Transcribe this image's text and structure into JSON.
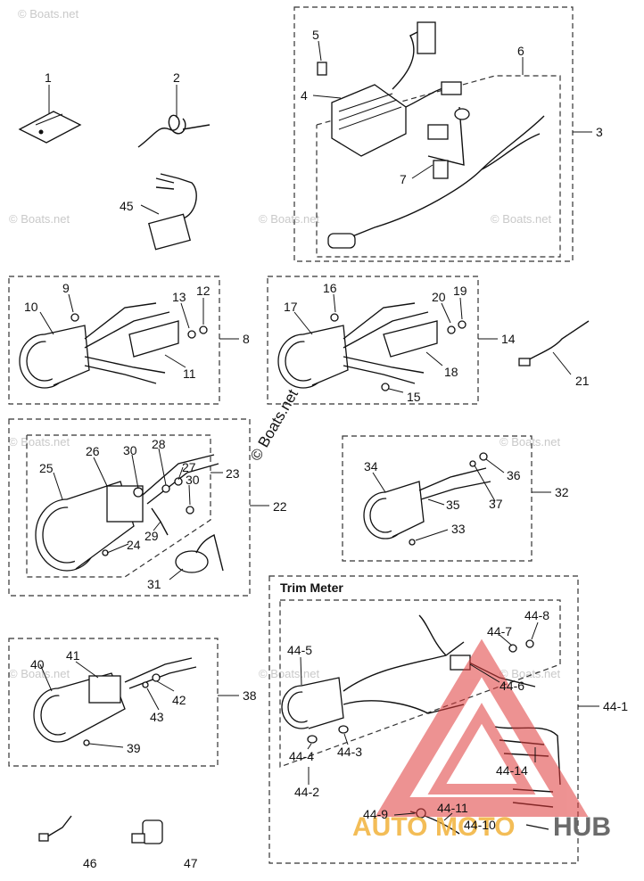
{
  "section_title": "Trim Meter",
  "callouts": {
    "c1": "1",
    "c2": "2",
    "c3": "3",
    "c4": "4",
    "c5": "5",
    "c6": "6",
    "c7": "7",
    "c8": "8",
    "c9": "9",
    "c10": "10",
    "c11": "11",
    "c12": "12",
    "c13": "13",
    "c14": "14",
    "c15": "15",
    "c16": "16",
    "c17": "17",
    "c18": "18",
    "c19": "19",
    "c20": "20",
    "c21": "21",
    "c22": "22",
    "c23": "23",
    "c24": "24",
    "c25": "25",
    "c26": "26",
    "c27": "27",
    "c28": "28",
    "c29": "29",
    "c30a": "30",
    "c30b": "30",
    "c31": "31",
    "c32": "32",
    "c33": "33",
    "c34": "34",
    "c35": "35",
    "c36": "36",
    "c37": "37",
    "c38": "38",
    "c39": "39",
    "c40": "40",
    "c41": "41",
    "c42": "42",
    "c43": "43",
    "c44_1": "44-1",
    "c44_2": "44-2",
    "c44_3": "44-3",
    "c44_4": "44-4",
    "c44_5": "44-5",
    "c44_6": "44-6",
    "c44_7": "44-7",
    "c44_8": "44-8",
    "c44_9": "44-9",
    "c44_10": "44-10",
    "c44_11": "44-11",
    "c44_14": "44-14",
    "c45": "45",
    "c46": "46",
    "c47": "47"
  },
  "watermarks": {
    "boats_net": "© Boats.net",
    "boats_net_center": "© Boats.net"
  },
  "brand": {
    "part1": "AUTO",
    "part2": "MOTO",
    "part3": "HUB",
    "logo_color": "#e03a3a",
    "accent_color": "#f2b23a"
  }
}
